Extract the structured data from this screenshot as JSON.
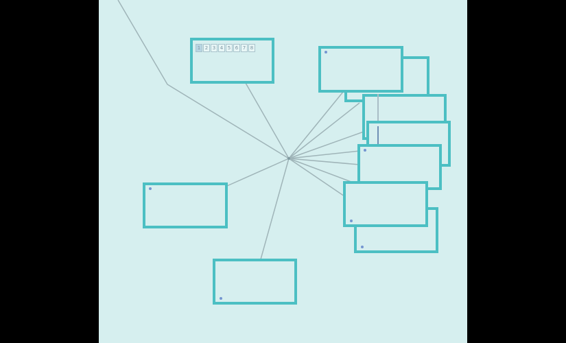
{
  "diagram": {
    "colors": {
      "background": "#d6efef",
      "frame": "#000000",
      "node_border": "#4cbfc3",
      "edge": "#9fb4b8",
      "dot": "#5b7fc9"
    },
    "thumbnail_strip_labels": [
      "1",
      "2",
      "3",
      "4",
      "5",
      "6",
      "7",
      "8"
    ]
  }
}
